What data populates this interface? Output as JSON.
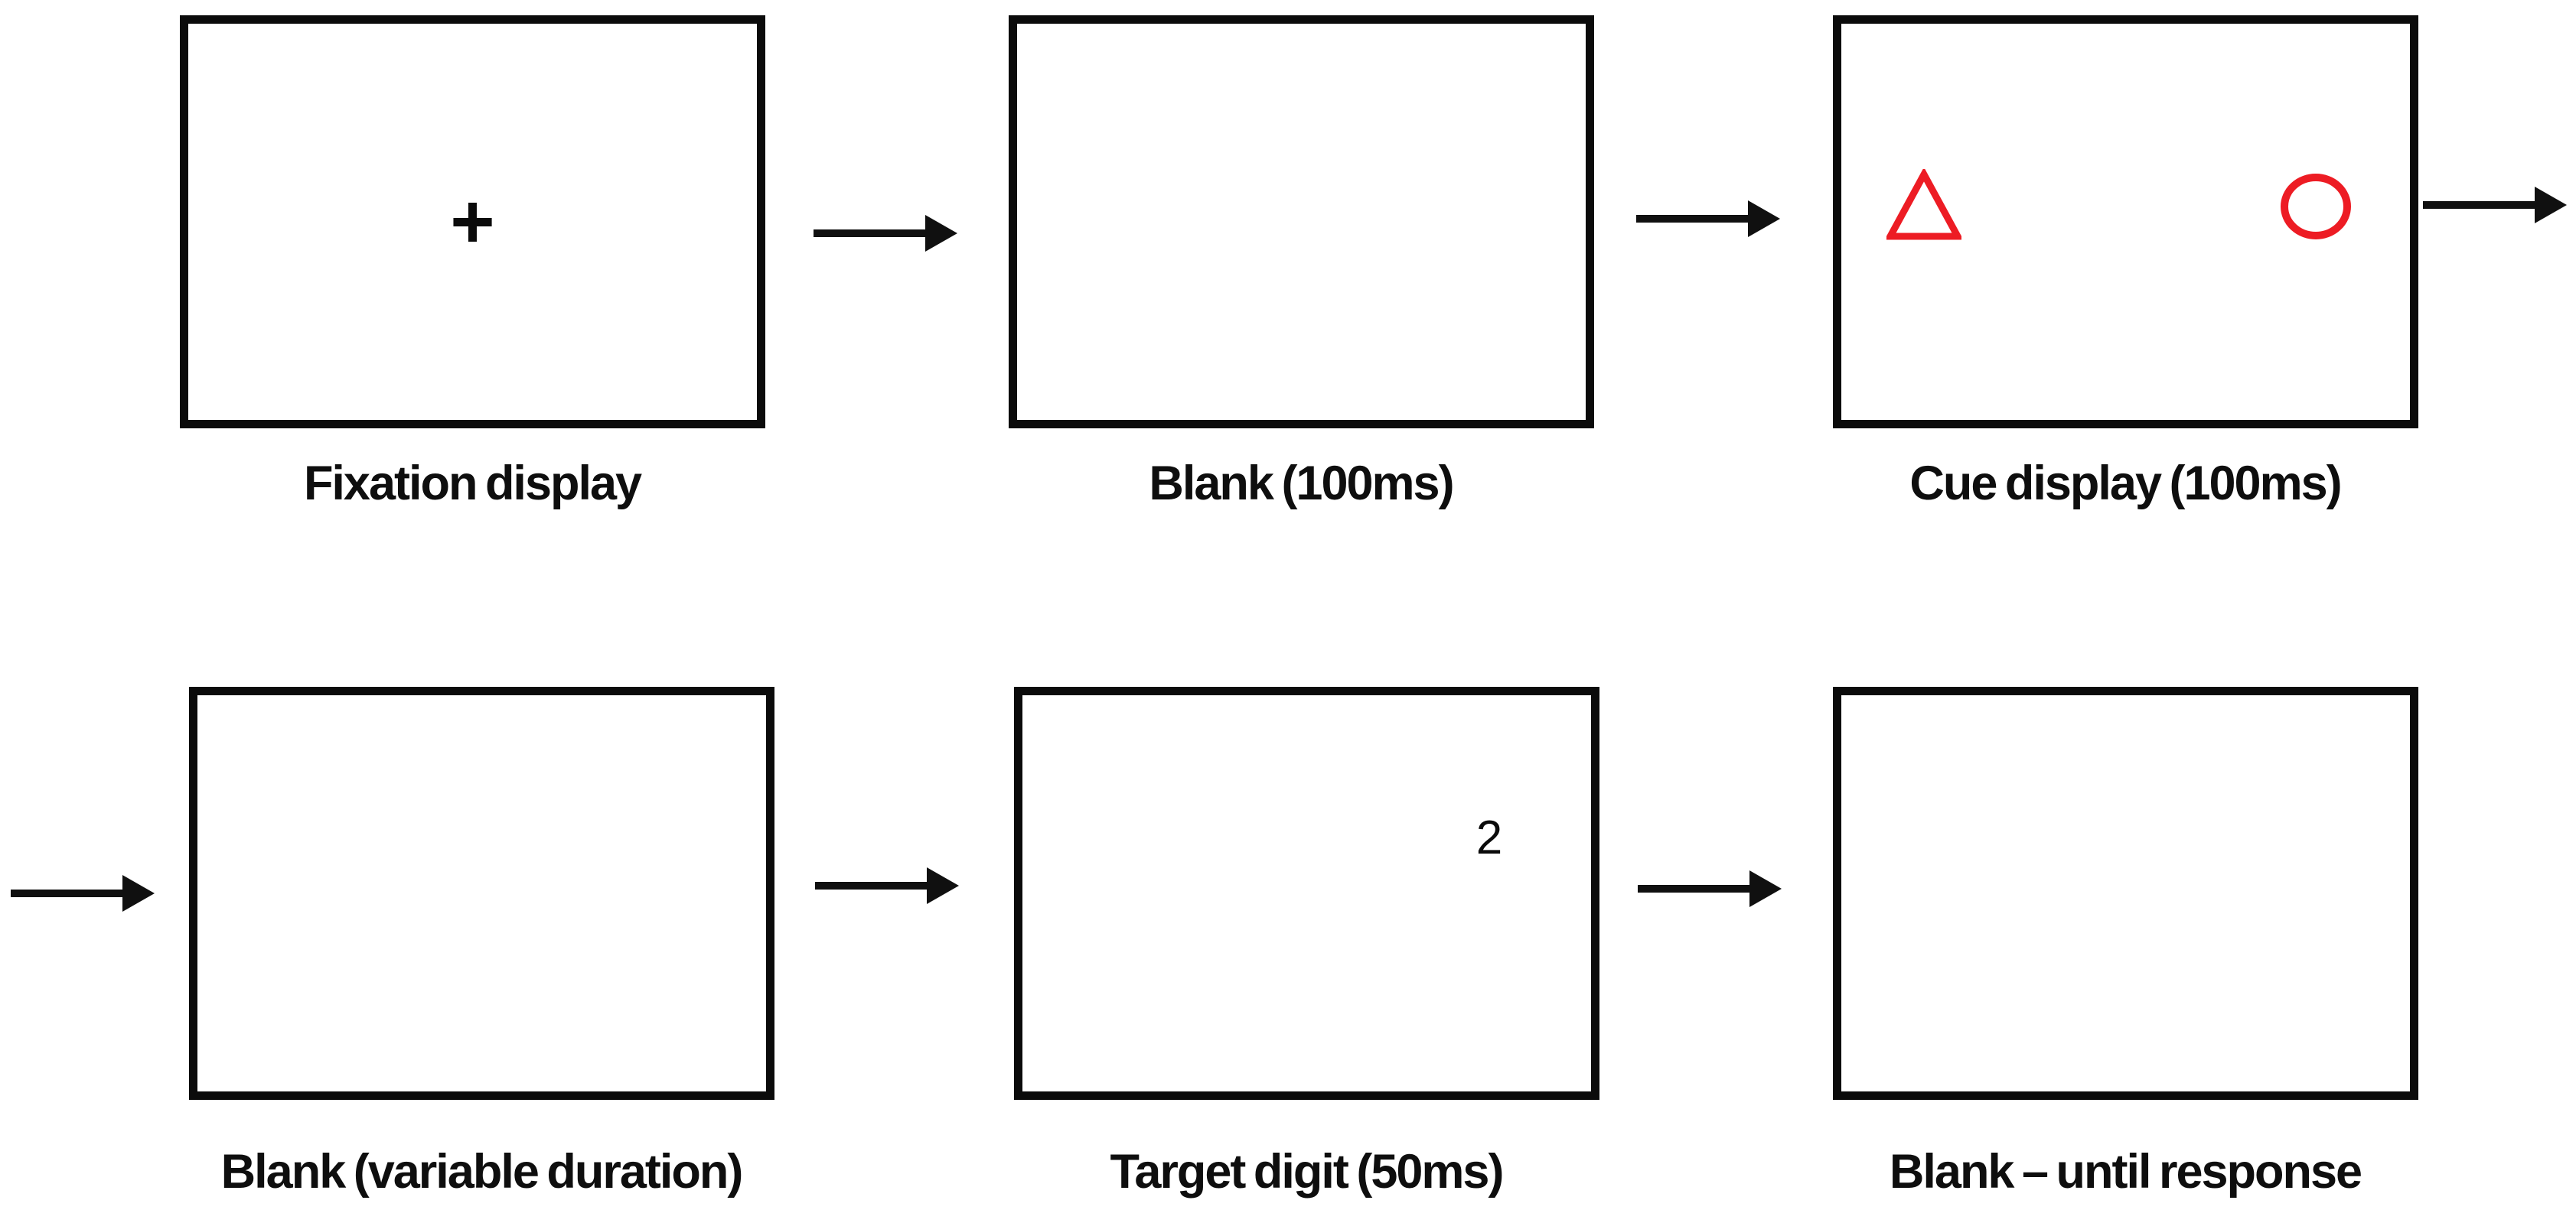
{
  "diagram": {
    "description": "Trial sequence of a cueing experiment: six screen panels connected by rightward arrows, top row then bottom row",
    "colors": {
      "cue_red": "#ed1c24",
      "line_black": "#0b0b0b",
      "background": "#ffffff"
    },
    "stages": [
      {
        "name": "fixation",
        "label": "Fixation display",
        "content": "plus-cross-centered",
        "symbol": "+"
      },
      {
        "name": "blank-100ms",
        "label": "Blank (100ms)",
        "content": "empty"
      },
      {
        "name": "cue",
        "label": "Cue display (100ms)",
        "content": "red-triangle-outline-left and red-circle-outline-right"
      },
      {
        "name": "blank-variable",
        "label": "Blank (variable duration)",
        "content": "empty"
      },
      {
        "name": "target",
        "label": "Target digit (50ms)",
        "content": "digit-upper-right",
        "symbol": "2"
      },
      {
        "name": "blank-until-response",
        "label": "Blank – until response",
        "content": "empty"
      }
    ],
    "flow": "fixation → blank → cue → blank → target → blank, left-to-right arrows; trailing arrow exits row 1 and entering arrow starts row 2"
  }
}
